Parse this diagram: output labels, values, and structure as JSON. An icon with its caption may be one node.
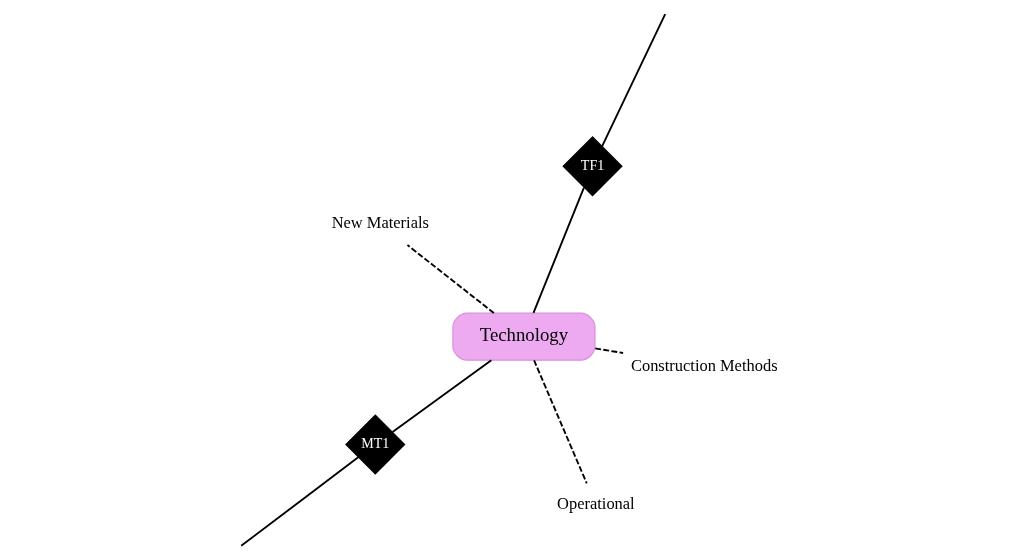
{
  "diagram": {
    "nodes": [
      {
        "text": [
          "Technology"
        ]
      },
      {
        "text": [
          "Operational"
        ]
      },
      {
        "text": [
          "MT1"
        ]
      },
      {
        "text": [
          "TF1"
        ]
      },
      {
        "text": [
          "Construction Methods"
        ]
      },
      {
        "text": [
          "New Materials"
        ]
      }
    ],
    "edges": [
      {
        "from": 0,
        "to": 1,
        "arrow": "none",
        "style": "dashed"
      },
      {
        "from": 0,
        "to": 2,
        "arrow": "none"
      },
      {
        "from": 2,
        "to": null,
        "arrow": "none"
      },
      {
        "from": 0,
        "to": 3,
        "arrow": "none"
      },
      {
        "from": 3,
        "to": null,
        "arrow": "none"
      },
      {
        "from": 0,
        "to": 4,
        "arrow": "none",
        "style": "dashed"
      },
      {
        "from": 0,
        "to": 5,
        "arrow": "none",
        "style": "dashed"
      }
    ]
  }
}
